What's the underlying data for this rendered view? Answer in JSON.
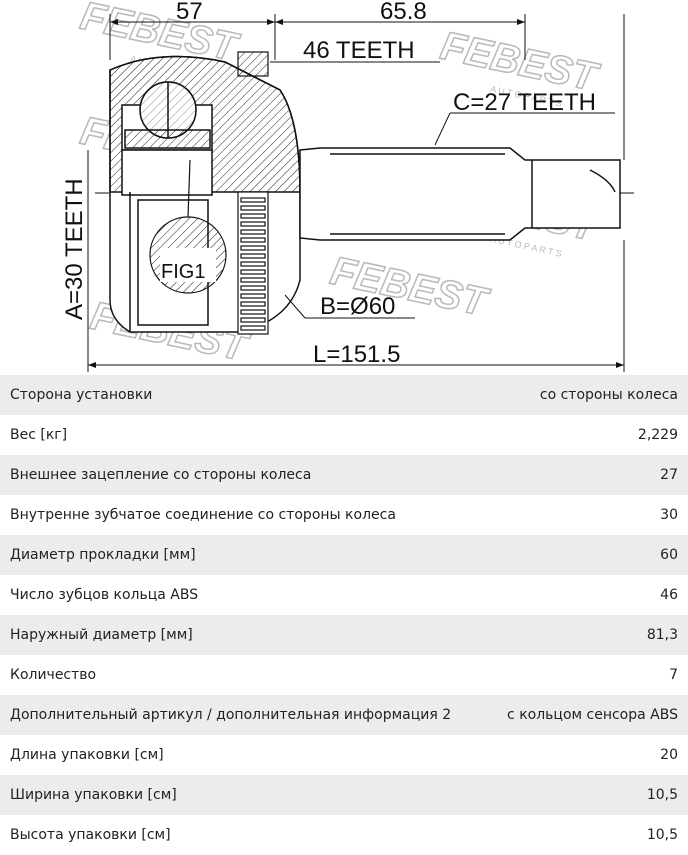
{
  "drawing": {
    "dim_top_left": "57",
    "dim_top_right": "65.8",
    "callout_teeth": "46 TEETH",
    "callout_c": "C=27 TEETH",
    "callout_a": "A=30 TEETH",
    "callout_b": "B=Ø60",
    "callout_fig": "FIG1",
    "callout_l": "L=151.5",
    "watermark_brand": "FEBEST",
    "watermark_sub": "A U T O   P A R T S"
  },
  "specs": [
    {
      "label": "Сторона установки",
      "value": "со стороны колеса"
    },
    {
      "label": "Вес [кг]",
      "value": "2,229"
    },
    {
      "label": "Внешнее зацепление со стороны колеса",
      "value": "27"
    },
    {
      "label": "Внутренне зубчатое соединение со стороны колеса",
      "value": "30"
    },
    {
      "label": "Диаметр прокладки [мм]",
      "value": "60"
    },
    {
      "label": "Число зубцов кольца ABS",
      "value": "46"
    },
    {
      "label": "Наружный диаметр [мм]",
      "value": "81,3"
    },
    {
      "label": "Количество",
      "value": "7"
    },
    {
      "label": "Дополнительный артикул / дополнительная информация 2",
      "value": "с кольцом сенсора ABS"
    },
    {
      "label": "Длина упаковки [см]",
      "value": "20"
    },
    {
      "label": "Ширина упаковки [см]",
      "value": "10,5"
    },
    {
      "label": "Высота упаковки [см]",
      "value": "10,5"
    }
  ]
}
